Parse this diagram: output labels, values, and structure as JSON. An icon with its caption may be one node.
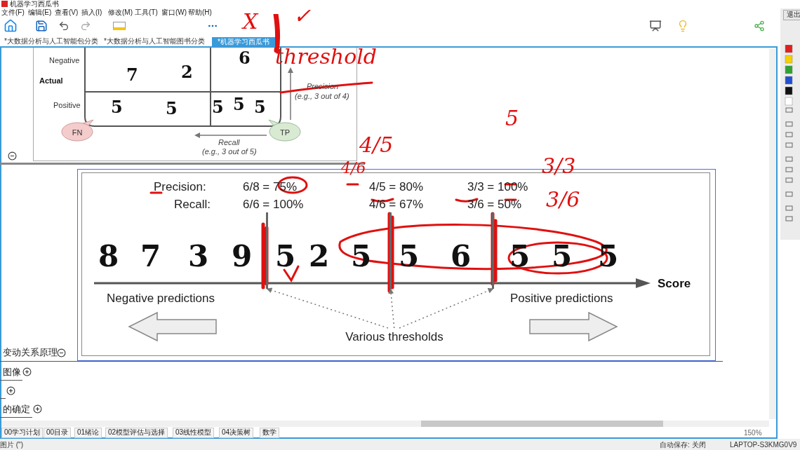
{
  "diagram": {
    "nodes": [
      {
        "text": [
          "FN"
        ]
      },
      {
        "text": [
          "TP"
        ]
      },
      {
        "text": [
          "Various thresholds"
        ]
      },
      {
        "text": [],
        "shape": "bar"
      },
      {
        "text": [],
        "shape": "bar"
      },
      {
        "text": [],
        "shape": "bar"
      }
    ],
    "edges": [
      {
        "from": 2,
        "to": 3,
        "arrow": "to",
        "style": "dashed"
      },
      {
        "from": 2,
        "to": 4,
        "arrow": "to",
        "style": "dashed"
      },
      {
        "from": 2,
        "to": 5,
        "arrow": "to",
        "style": "dashed"
      }
    ],
    "labels": [
      "机器学习西瓜书",
      "文件(F)",
      "编辑(E)",
      "查看(V)",
      "插入(I)",
      "修改(M)",
      "工具(T)",
      "窗口(W)",
      "帮助(H)",
      "退出",
      "*大数据分析与人工智能包分类",
      "*大数据分析与人工智能图书分类",
      "*机器学习西瓜书",
      "Negative",
      "Actual",
      "Positive",
      "7",
      "2",
      "6",
      "5",
      "5",
      "5",
      "5",
      "5",
      "Precision",
      "(e.g., 3 out of 4)",
      "Recall",
      "(e.g., 3 out of 5)",
      "Precision:",
      "6/8 = 75%",
      "4/5 = 80%",
      "3/3 = 100%",
      "Recall:",
      "6/6 = 100%",
      "4/6 = 67%",
      "3/6 = 50%",
      "8",
      "7",
      "3",
      "9",
      "5",
      "2",
      "5",
      "5",
      "6",
      "5",
      "5",
      "5",
      "Score",
      "Negative predictions",
      "Positive predictions",
      "变动关系原理",
      "图像",
      "的确定",
      "00学习计划",
      "00目录",
      "01绪论",
      "02模型评估与选择",
      "03线性模型",
      "04决策树",
      "数学",
      "150%",
      "图片 (\")",
      "自动保存: 关闭",
      "LAPTOP-S3KMG0V9",
      "X",
      "✓",
      "threshold",
      "4/5",
      "5",
      "4/6",
      "3/3",
      "3/6"
    ]
  }
}
